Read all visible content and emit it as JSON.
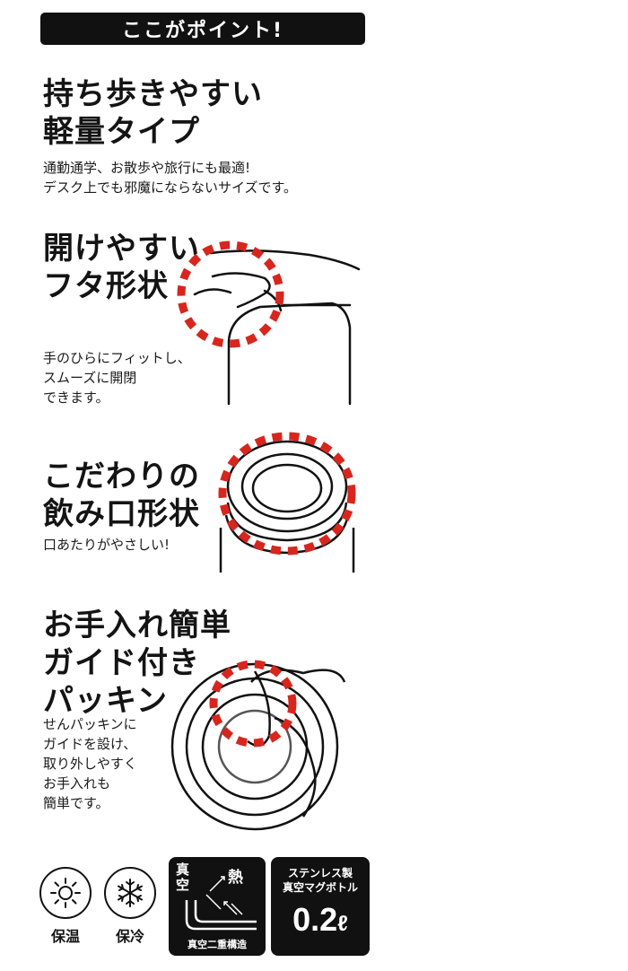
{
  "banner": {
    "title": "ここがポイント!"
  },
  "sections": [
    {
      "heading": [
        "持ち歩きやすい",
        "軽量タイプ"
      ],
      "body": [
        "通勤通学、お散歩や旅行にも最適!",
        "デスク上でも邪魔にならないサイズです。"
      ]
    },
    {
      "heading": [
        "開けやすい",
        "フタ形状"
      ],
      "body": [
        "手のひらにフィットし、",
        "スムーズに開閉",
        "できます。"
      ]
    },
    {
      "heading": [
        "こだわりの",
        "飲み口形状"
      ],
      "body": [
        "口あたりがやさしい!"
      ]
    },
    {
      "heading": [
        "お手入れ簡単",
        "ガイド付き",
        "パッキン"
      ],
      "body": [
        "せんパッキンに",
        "ガイドを設け、",
        "取り外しやすく",
        "お手入れも",
        "簡単です。"
      ]
    }
  ],
  "features": {
    "warm": {
      "label": "保温",
      "icon": "sun-icon"
    },
    "cold": {
      "label": "保冷",
      "icon": "snowflake-icon"
    },
    "vacuum": {
      "top_left": "真",
      "top_left2": "空",
      "heat": "熱",
      "caption": "真空二重構造"
    },
    "bottle": {
      "line1": "ステンレス製",
      "line2": "真空マグボトル",
      "capacity": "0.2",
      "unit": "ℓ"
    }
  },
  "colors": {
    "highlight": "#d7261e",
    "dark": "#111111"
  }
}
